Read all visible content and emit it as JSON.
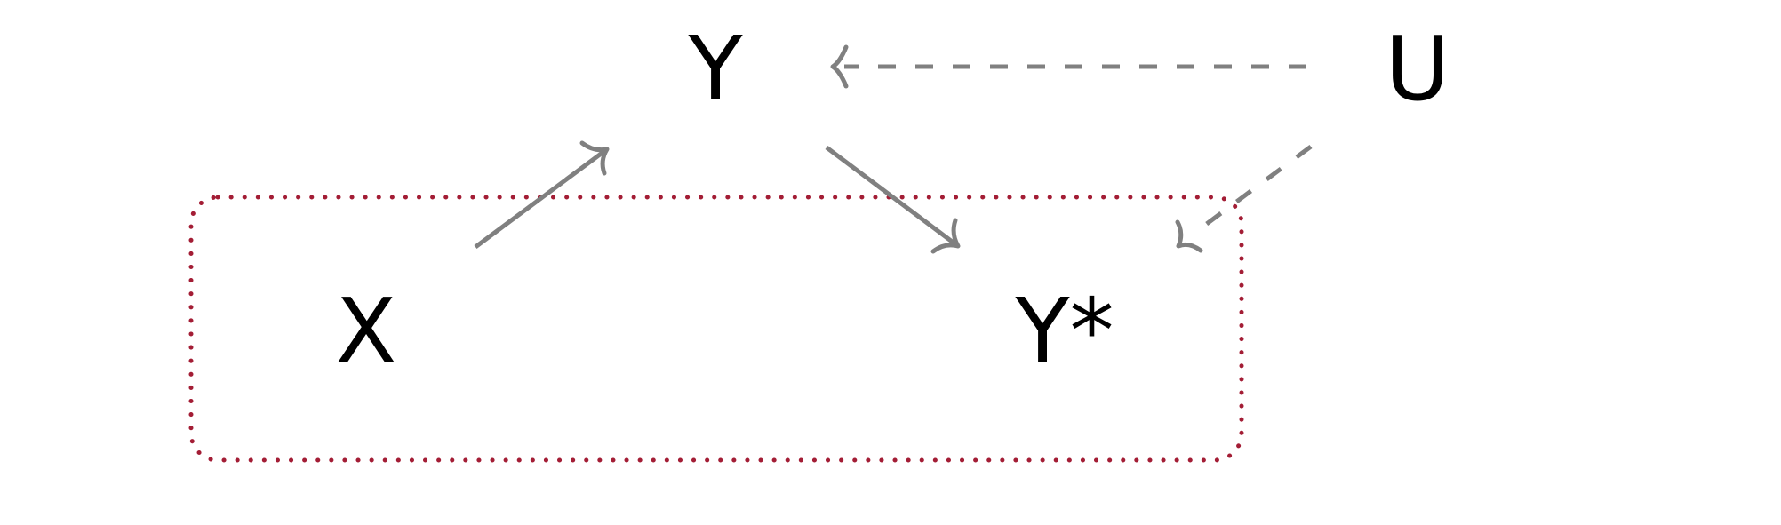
{
  "colors": {
    "edge": "#808080",
    "selection_box": "#a31d35",
    "label": "#000000"
  },
  "nodes": {
    "y": {
      "label": "Y"
    },
    "u": {
      "label": "U"
    },
    "x": {
      "label": "X"
    },
    "y_star": {
      "label": "Y*"
    }
  },
  "edges": [
    {
      "from": "X",
      "to": "Y",
      "style": "solid"
    },
    {
      "from": "Y",
      "to": "Y*",
      "style": "solid"
    },
    {
      "from": "U",
      "to": "Y",
      "style": "dashed"
    },
    {
      "from": "U",
      "to": "Y*",
      "style": "dashed"
    }
  ],
  "selection_box": {
    "style": "dotted",
    "encloses": [
      "X",
      "Y*"
    ]
  }
}
